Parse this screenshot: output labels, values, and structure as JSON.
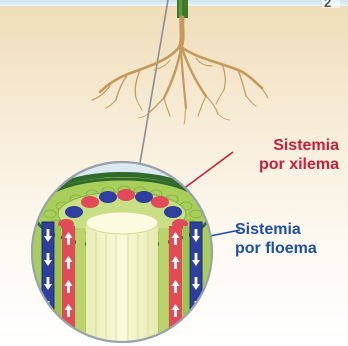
{
  "labels": {
    "xylem": {
      "line1": "Sistemia",
      "line2": "por xilema"
    },
    "phloem": {
      "line1": "Sistemia",
      "line2": "por floema"
    },
    "corner_glyph": "2"
  },
  "colors": {
    "xylem_label": "#c8203a",
    "phloem_label": "#1f4fa8",
    "xylem_vessel": "#e34a58",
    "phloem_vessel": "#2f3fa0",
    "soil_top": "#f4e6c8",
    "soil_bottom": "#ffffff",
    "stem_green": "#3e7a2a",
    "root": "#c49a5a",
    "pith": "#f3f3c8",
    "lens_bg": "#dbe8f2",
    "cortex_green": "#a8cf5a",
    "epidermis": "#2f6b2a"
  },
  "icons": {
    "arrow_up": "arrow-up-icon",
    "arrow_down": "arrow-down-icon"
  }
}
